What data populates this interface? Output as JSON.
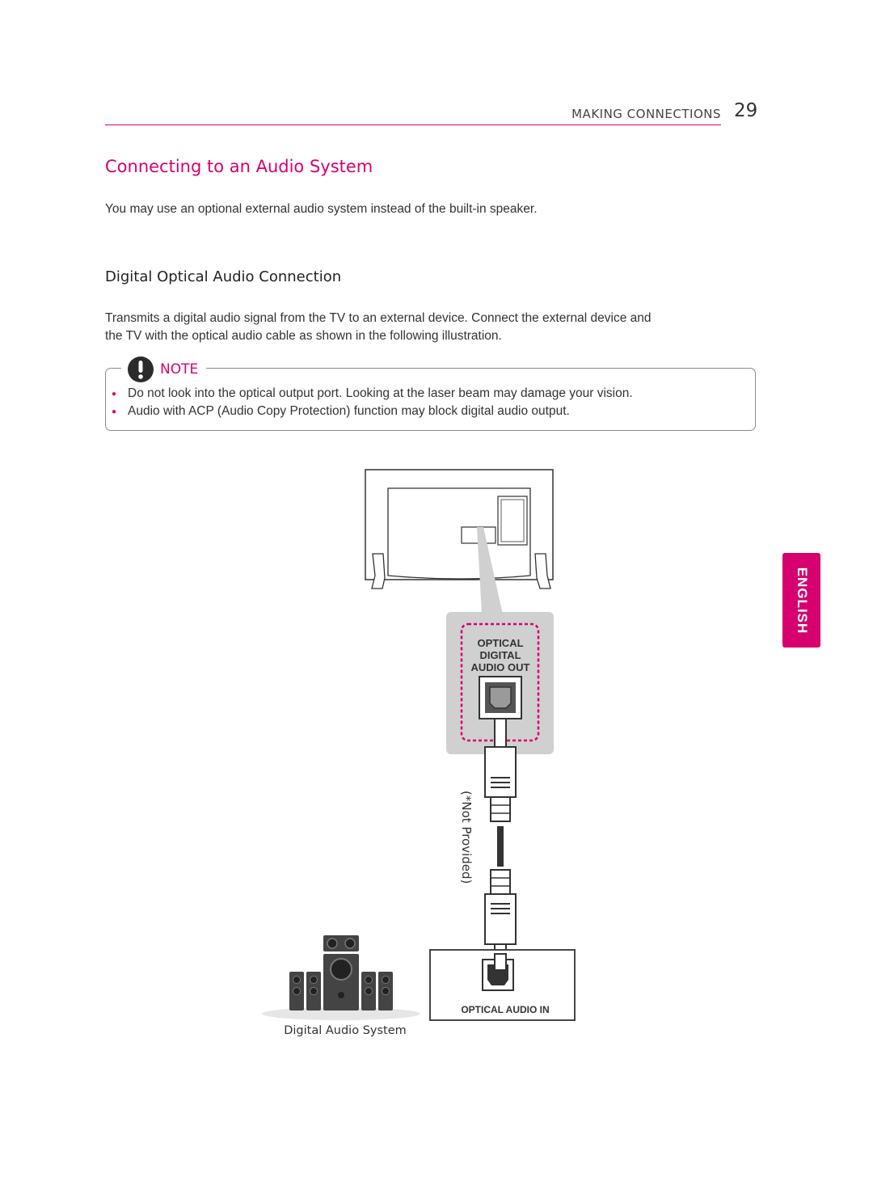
{
  "header": {
    "section": "MAKING CONNECTIONS",
    "page_number": "29"
  },
  "title": "Connecting to an Audio System",
  "intro": "You may use an optional external audio system instead of the built-in speaker.",
  "subtitle": "Digital Optical Audio Connection",
  "description_lines": [
    "Transmits a digital audio signal from the TV to an external device. Connect the external device and",
    "the TV with the optical audio cable as shown in the following illustration."
  ],
  "note": {
    "label": "NOTE",
    "items": [
      "Do not look into the optical output port. Looking at the laser beam may damage your vision.",
      "Audio with ACP (Audio Copy Protection) function may block digital audio output."
    ]
  },
  "side_tab": "ENGLISH",
  "illustration": {
    "port_label_lines": [
      "OPTICAL",
      "DIGITAL",
      "AUDIO OUT"
    ],
    "cable_note": "(*Not Provided)",
    "device_port_label": "OPTICAL AUDIO IN",
    "speaker_caption": "Digital Audio System"
  },
  "colors": {
    "accent": "#d6006e",
    "text": "#333333"
  }
}
